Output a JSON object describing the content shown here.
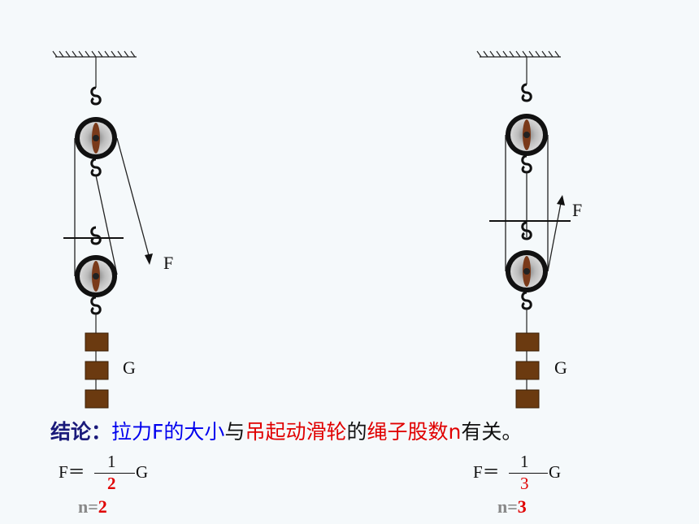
{
  "diagram": {
    "left": {
      "force_label": "F",
      "weight_label": "G"
    },
    "right": {
      "force_label": "F",
      "weight_label": "G"
    }
  },
  "conclusion": {
    "heading": "结论",
    "colon": "：",
    "part1": "拉力F的大小",
    "part2": "与",
    "part3": "吊起动滑轮",
    "part4": "的",
    "part5": "绳子股数n",
    "part6": "有关。"
  },
  "formula_left": {
    "lhs": "F＝",
    "numerator": "1",
    "denominator": "2",
    "rhs": "G",
    "n_label": "n",
    "n_eq": "=",
    "n_value": "2"
  },
  "formula_right": {
    "lhs": "F＝",
    "numerator": "1",
    "denominator": "3",
    "rhs": "G",
    "n_label": "n",
    "n_eq": "=",
    "n_value": "3"
  },
  "colors": {
    "block": "#6b3a10",
    "accent_red": "#e00000",
    "accent_blue": "#0000ee",
    "navy": "#1a1a7a"
  }
}
